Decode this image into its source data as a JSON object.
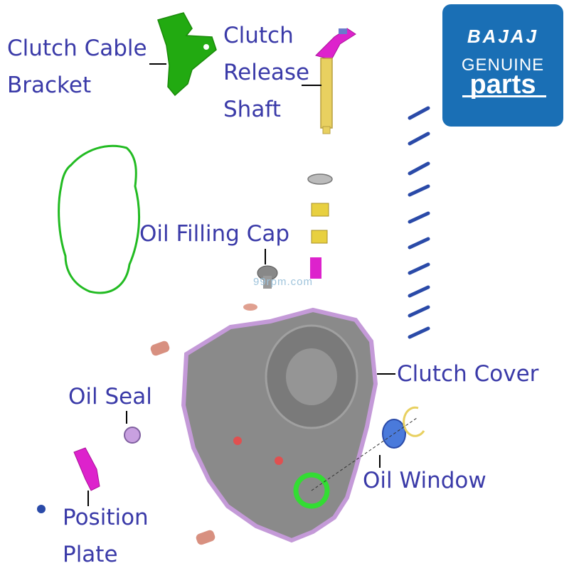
{
  "logo": {
    "brand": "BAJAJ",
    "line2": "GENUINE",
    "line3": "parts"
  },
  "watermark": "99rpm.com",
  "labels": {
    "clutch_cable_bracket": [
      "Clutch Cable",
      "Bracket"
    ],
    "clutch_release_shaft": [
      "Clutch",
      "Release",
      "Shaft"
    ],
    "oil_filling_cap": "Oil Filling Cap",
    "clutch_cover": "Clutch Cover",
    "oil_seal": "Oil Seal",
    "oil_window": "Oil Window",
    "position_plate": [
      "Position",
      "Plate"
    ]
  },
  "colors": {
    "label_text": "#3a3aa8",
    "logo_bg": "#1a6fb5",
    "gasket": "#22bb22",
    "bracket": "#22aa11",
    "cover_outline": "#c49ad8",
    "cover_body": "#8a8a8a",
    "shaft": "#e8d060",
    "magenta_parts": "#dd22cc",
    "bolts": "#2a4aa8"
  }
}
